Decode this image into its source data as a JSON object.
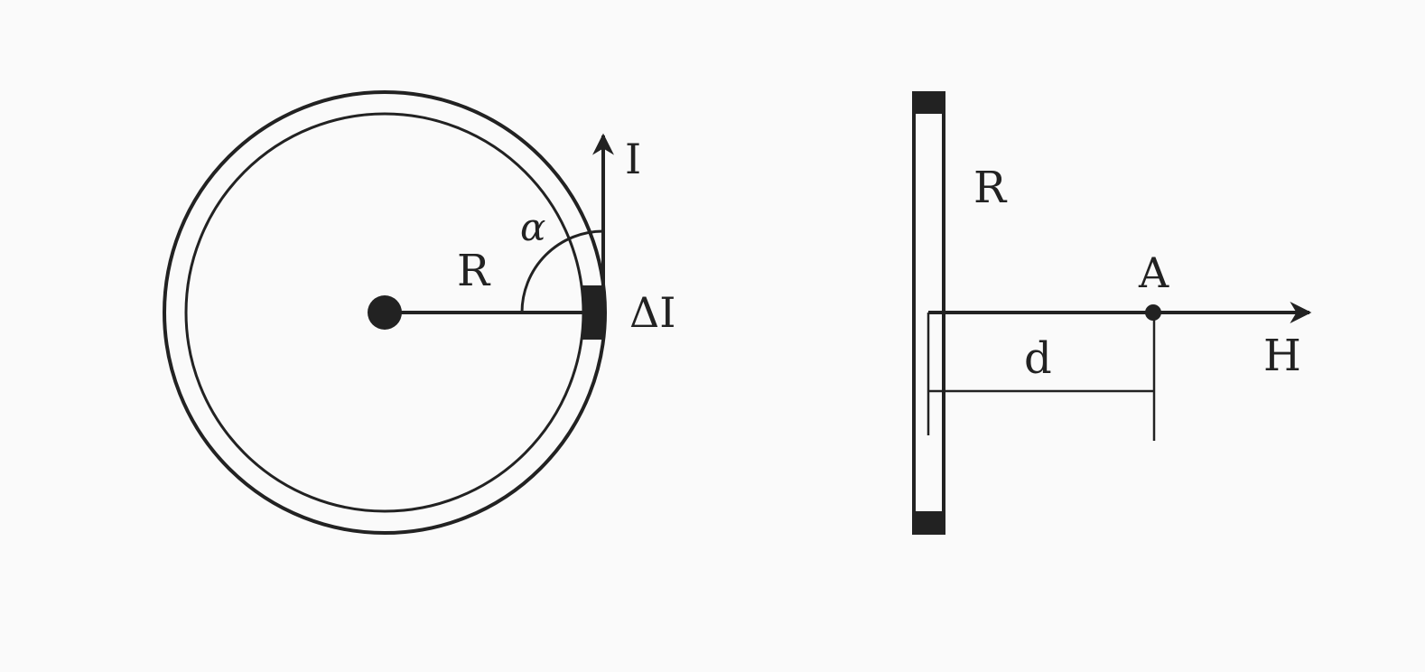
{
  "colors": {
    "ink": "#222222",
    "background": "#fafafa"
  },
  "left_figure": {
    "radius_label": "R",
    "angle_label": "α",
    "current_label": "I",
    "element_label": "ΔI"
  },
  "right_figure": {
    "radius_label": "R",
    "point_label": "A",
    "distance_label": "d",
    "field_label": "H"
  }
}
